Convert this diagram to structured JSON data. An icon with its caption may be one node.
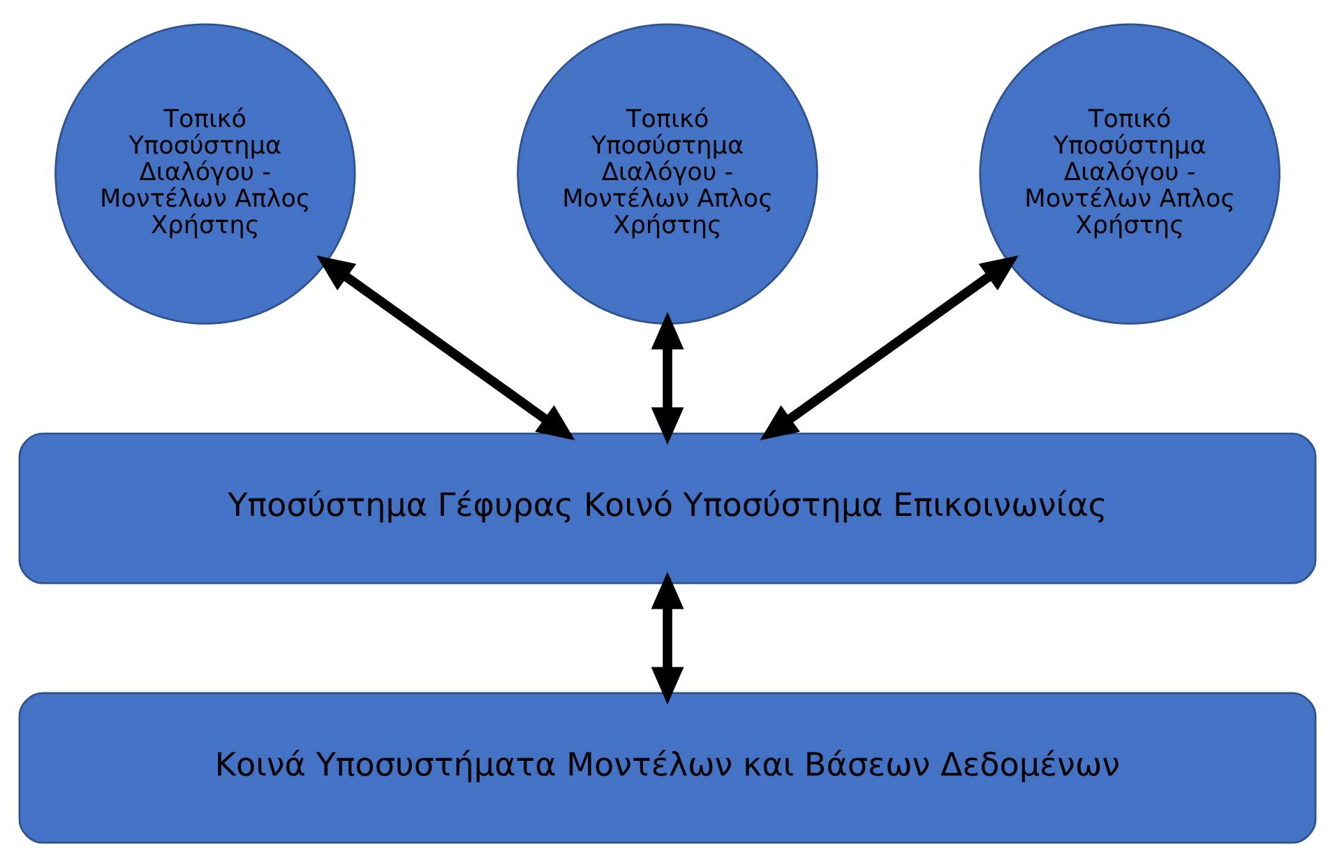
{
  "diagram": {
    "nodes": [
      {
        "text": [
          "Τοπικό Υποσύστημα Διαλόγου - Μοντέλων Απλος Χρήστης"
        ]
      },
      {
        "text": [
          "Τοπικό Υποσύστημα Διαλόγου - Μοντέλων Απλος Χρήστης"
        ]
      },
      {
        "text": [
          "Τοπικό Υποσύστημα Διαλόγου - Μοντέλων Απλος Χρήστης"
        ]
      },
      {
        "text": [
          "Υποσύστημα Γέφυρας Κοινό Υποσύστημα Επικοινωνίας"
        ]
      },
      {
        "text": [
          "Κοινά Υποσυστήματα Μοντέλων και Βάσεων Δεδομένων"
        ]
      }
    ],
    "edges": [
      {
        "from": 0,
        "to": 3,
        "arrow": "both"
      },
      {
        "from": 1,
        "to": 3,
        "arrow": "both"
      },
      {
        "from": 2,
        "to": 3,
        "arrow": "both"
      },
      {
        "from": 3,
        "to": 4,
        "arrow": "both"
      }
    ]
  }
}
